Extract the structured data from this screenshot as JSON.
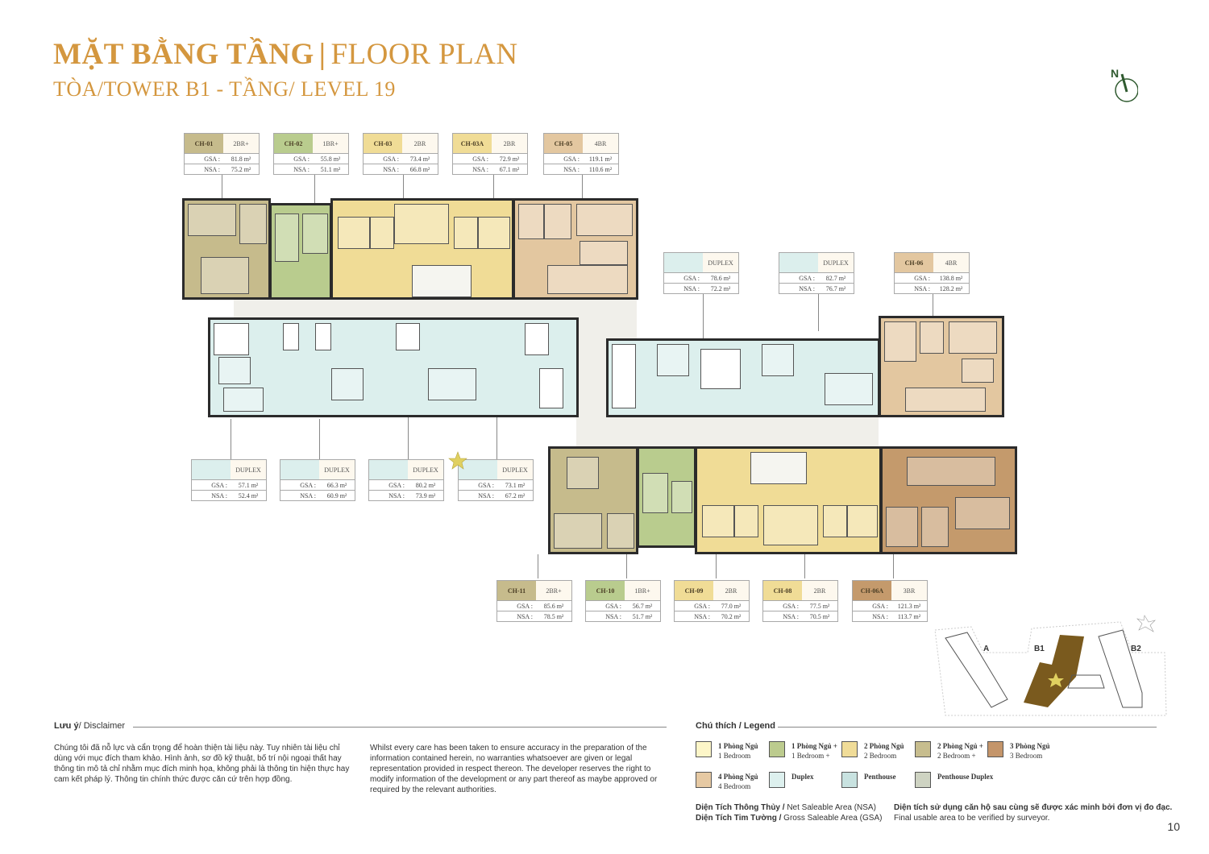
{
  "header": {
    "title_vi": "MẶT BẰNG TẦNG",
    "title_sep": "|",
    "title_en": "FLOOR PLAN",
    "subtitle": "TÒA/TOWER B1 - TẦNG/ LEVEL 19"
  },
  "compass": {
    "label": "N",
    "icon": "north-arrow-icon"
  },
  "labels": {
    "gsa": "GSA :",
    "nsa": "NSA :"
  },
  "units_top": [
    {
      "code": "CH-01",
      "type": "2BR+",
      "gsa": "81.8 m²",
      "nsa": "75.2 m²",
      "color": "#c6bb8c"
    },
    {
      "code": "CH-02",
      "type": "1BR+",
      "gsa": "55.8 m²",
      "nsa": "51.1 m²",
      "color": "#b9cc8e"
    },
    {
      "code": "CH-03",
      "type": "2BR",
      "gsa": "73.4 m²",
      "nsa": "66.8 m²",
      "color": "#f0dc96"
    },
    {
      "code": "CH-03A",
      "type": "2BR",
      "gsa": "72.9 m²",
      "nsa": "67.1 m²",
      "color": "#f0dc96"
    },
    {
      "code": "CH-05",
      "type": "4BR",
      "gsa": "119.1 m²",
      "nsa": "110.6 m²",
      "color": "#e3c7a0"
    }
  ],
  "units_mid_right": [
    {
      "code": "",
      "type": "DUPLEX",
      "gsa": "78.6 m²",
      "nsa": "72.2 m²",
      "color": "#dcefed"
    },
    {
      "code": "",
      "type": "DUPLEX",
      "gsa": "82.7 m²",
      "nsa": "76.7 m²",
      "color": "#dcefed"
    },
    {
      "code": "CH-06",
      "type": "4BR",
      "gsa": "138.8 m²",
      "nsa": "128.2 m²",
      "color": "#e3c7a0"
    }
  ],
  "units_mid_left": [
    {
      "code": "",
      "type": "DUPLEX",
      "gsa": "57.1 m²",
      "nsa": "52.4 m²",
      "color": "#dcefed"
    },
    {
      "code": "",
      "type": "DUPLEX",
      "gsa": "66.3 m²",
      "nsa": "60.9 m²",
      "color": "#dcefed"
    },
    {
      "code": "",
      "type": "DUPLEX",
      "gsa": "80.2 m²",
      "nsa": "73.9 m²",
      "color": "#dcefed"
    },
    {
      "code": "",
      "type": "DUPLEX",
      "gsa": "73.1 m²",
      "nsa": "67.2 m²",
      "color": "#dcefed"
    }
  ],
  "units_bottom": [
    {
      "code": "CH-11",
      "type": "2BR+",
      "gsa": "85.6 m²",
      "nsa": "78.5 m²",
      "color": "#c6bb8c"
    },
    {
      "code": "CH-10",
      "type": "1BR+",
      "gsa": "56.7 m²",
      "nsa": "51.7 m²",
      "color": "#b9cc8e"
    },
    {
      "code": "CH-09",
      "type": "2BR",
      "gsa": "77.0 m²",
      "nsa": "70.2 m²",
      "color": "#f0dc96"
    },
    {
      "code": "CH-08",
      "type": "2BR",
      "gsa": "77.5 m²",
      "nsa": "70.5 m²",
      "color": "#f0dc96"
    },
    {
      "code": "CH-06A",
      "type": "3BR",
      "gsa": "121.3 m²",
      "nsa": "113.7 m²",
      "color": "#c49a6c"
    }
  ],
  "keymap": {
    "towers": [
      "A",
      "B1",
      "B2"
    ],
    "highlight": "B1",
    "highlight_color": "#7a5a1e"
  },
  "disclaimer": {
    "title_vi": "Lưu ý",
    "title_en": "/ Disclaimer",
    "text_vi": "Chúng tôi đã nỗ lực và cẩn trọng để hoàn thiện tài liệu này. Tuy nhiên tài liệu chỉ dùng với mục đích tham khảo. Hình ảnh, sơ đồ kỹ thuật, bố trí nội ngoại thất hay thông tin mô tả chỉ nhằm mục đích minh họa, không phải là thông tin hiện thực hay cam kết pháp lý. Thông tin chính thức được căn cứ trên hợp đồng.",
    "text_en": "Whilst every care has been taken to ensure accuracy in the preparation of the information contained herein, no warranties whatsoever are given or legal representation provided in respect thereon. The developer reserves the right to modify information of the development or any part thereof as maybe approved or required by the relevant authorities."
  },
  "legend": {
    "title": "Chú thích / Legend",
    "items": [
      {
        "vi": "1 Phòng Ngủ",
        "en": "1 Bedroom",
        "color": "#fdf6c8"
      },
      {
        "vi": "1 Phòng Ngủ +",
        "en": "1 Bedroom +",
        "color": "#bccb8e"
      },
      {
        "vi": "2 Phòng Ngủ",
        "en": "2 Bedroom",
        "color": "#f0dc98"
      },
      {
        "vi": "2 Phòng Ngủ +",
        "en": "2 Bedroom +",
        "color": "#c7bd8e"
      },
      {
        "vi": "3 Phòng Ngủ",
        "en": "3 Bedroom",
        "color": "#c4956a"
      },
      {
        "vi": "4 Phòng Ngủ",
        "en": "4 Bedroom",
        "color": "#e6c9a3"
      },
      {
        "vi": "Duplex",
        "en": "",
        "color": "#ddf0ee"
      },
      {
        "vi": "Penthouse",
        "en": "",
        "color": "#c8e2e0"
      },
      {
        "vi": "Penthouse Duplex",
        "en": "",
        "color": "#ced3c2"
      }
    ]
  },
  "notes": {
    "nsa_vi": "Diện Tích Thông Thủy /",
    "nsa_en": " Net Saleable Area (NSA)",
    "gsa_vi": "Diện Tích Tim Tường /",
    "gsa_en": " Gross Saleable Area (GSA)",
    "verify_vi": "Diện tích sử dụng căn hộ sau cùng sẽ được xác minh bởi đơn vị đo đạc.",
    "verify_en": "Final usable area to be verified by surveyor."
  },
  "page_number": "10"
}
